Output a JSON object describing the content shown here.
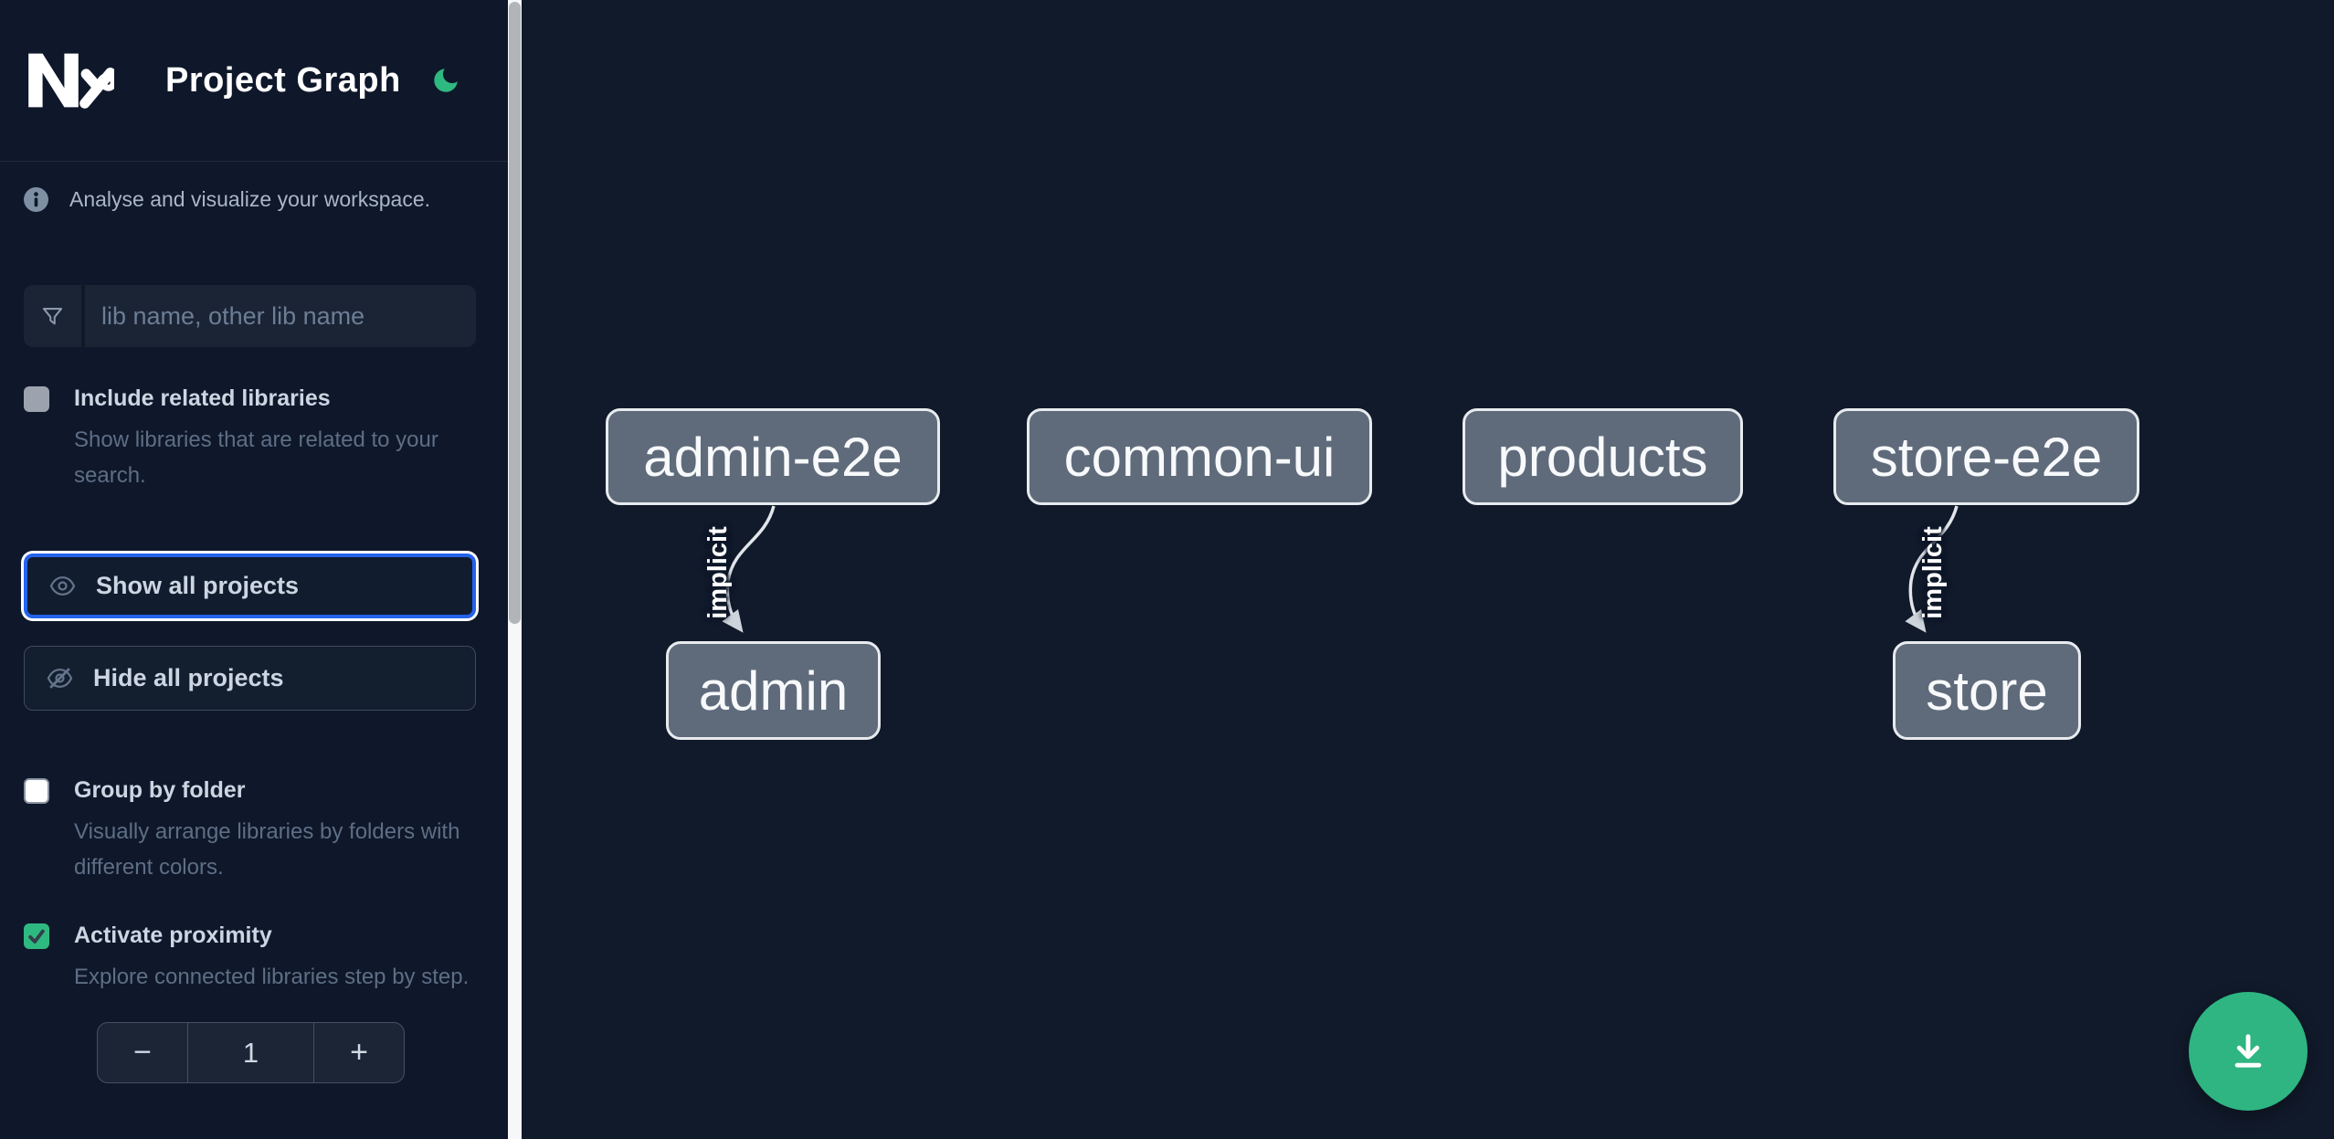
{
  "header": {
    "app_name": "Nx",
    "title": "Project Graph",
    "theme_icon": "moon"
  },
  "sidebar": {
    "tagline": "Analyse and visualize your workspace.",
    "filter_placeholder": "lib name, other lib name",
    "filter_value": "",
    "toggles": [
      {
        "label": "Include related libraries",
        "description": "Show libraries that are related to your search.",
        "checked": false,
        "disabled": true
      },
      {
        "label": "Group by folder",
        "description": "Visually arrange libraries by folders with different colors.",
        "checked": false,
        "disabled": false
      },
      {
        "label": "Activate proximity",
        "description": "Explore connected libraries step by step.",
        "checked": true,
        "disabled": false
      }
    ],
    "actions": [
      {
        "label": "Show all projects",
        "icon": "eye",
        "focused": true
      },
      {
        "label": "Hide all projects",
        "icon": "eye-off",
        "focused": false
      }
    ],
    "stepper": {
      "decrement_label": "−",
      "value": "1",
      "increment_label": "+"
    }
  },
  "graph": {
    "nodes": [
      {
        "label": "admin-e2e"
      },
      {
        "label": "common-ui"
      },
      {
        "label": "products"
      },
      {
        "label": "store-e2e"
      },
      {
        "label": "admin"
      },
      {
        "label": "store"
      }
    ],
    "edges": [
      {
        "source": "admin-e2e",
        "target": "admin",
        "label": "implicit"
      },
      {
        "source": "store-e2e",
        "target": "store",
        "label": "implicit"
      }
    ]
  },
  "colors": {
    "accent_green": "#2eb981",
    "focus_blue": "#2563eb",
    "node_fill": "#5f6b7b",
    "sidebar_bg": "#0f172a",
    "canvas_bg": "#111a2b"
  }
}
